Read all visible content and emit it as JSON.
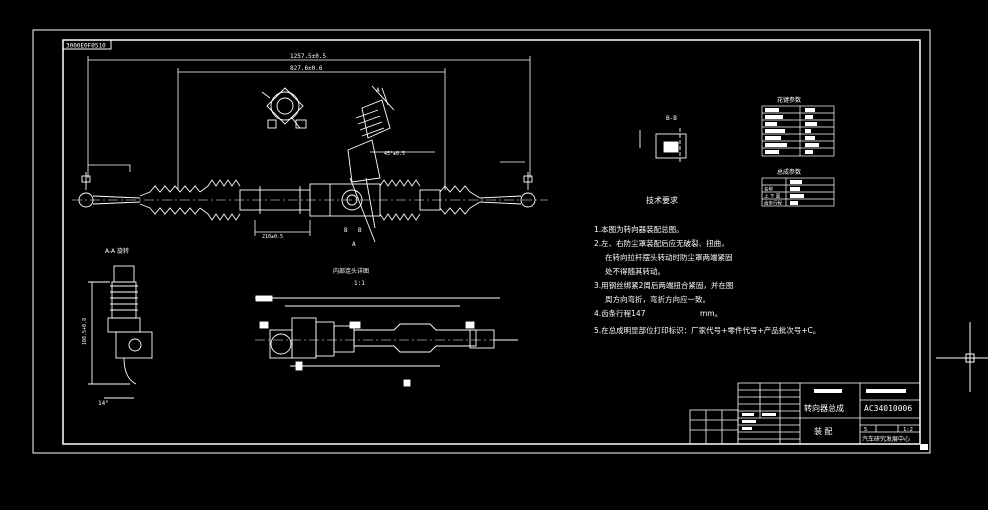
{
  "frame": {
    "stamp": "3000E0F0510"
  },
  "dims": {
    "overall_width": "1257.5±0.5",
    "inner_width": "827.6±0.6",
    "stroke_left": "210±0.5",
    "angle": "45°±0.5"
  },
  "views": {
    "section_bb": "B-B",
    "section_aa": "A-A 旋转",
    "detail_title": "内部连头详图",
    "detail_scale": "1:1",
    "section_aa_dim": "108.5+0.8",
    "section_aa_bottom": "14°",
    "label_a_top": "A",
    "label_a_bottom": "A",
    "label_b_left": "B",
    "label_b_right": "B"
  },
  "tech_req": {
    "title": "技术要求",
    "items": [
      "1.本图为转向器装配总图。",
      "2.左、右防尘罩装配后应无破裂、扭曲，",
      "在转向拉杆摆头转动时防尘罩两端紧固",
      "处不得随其转动。",
      "3.用钢丝绑紧2周后两端扭合紧固，并在图",
      "周方向弯折，弯折方向应一致。",
      "4.齿条行程147",
      "5.在总成明显部位打印标识：厂家代号+零件代号+产品批次号+C。"
    ],
    "stroke_unit": "mm。"
  },
  "tables": {
    "gear_params": "花键参数",
    "assembly_params": "总成参数",
    "assembly_rows": [
      "名称",
      "上 下 面",
      "齿条行程"
    ]
  },
  "title_block": {
    "part_name": "转向器总成",
    "part_number": "AC34010006",
    "type_label": "装 配",
    "sheet": "5",
    "scale": "1:2",
    "organization": "汽车研究发展中心"
  }
}
